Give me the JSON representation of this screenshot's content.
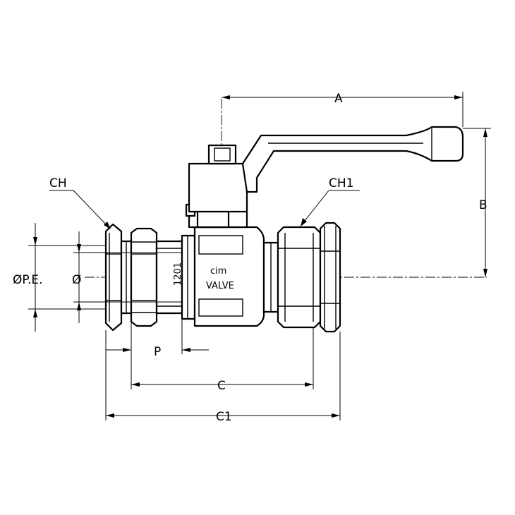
{
  "drawing": {
    "title": "",
    "dimensions": {
      "a": "A",
      "b": "B",
      "c": "C",
      "c1": "C1",
      "p": "P",
      "ch": "CH",
      "ch1": "CH1",
      "ope": "ØP.E.",
      "o": "Ø"
    },
    "body_marking": {
      "size_code": "1201",
      "brand": "cim",
      "brand_sub": "VALVE"
    }
  }
}
